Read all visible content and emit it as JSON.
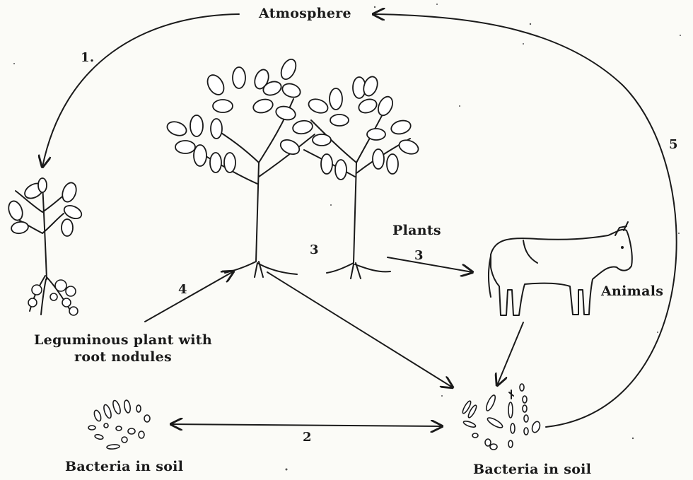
{
  "labels": {
    "atmosphere": "Atmosphere",
    "leguminous_line1": "Leguminous plant with",
    "leguminous_line2": "root nodules",
    "plants": "Plants",
    "animals": "Animals",
    "bacteria_left": "Bacteria in soil",
    "bacteria_right": "Bacteria in soil"
  },
  "steps": {
    "s1": "1.",
    "s2": "2",
    "s3a": "3",
    "s3b": "3",
    "s4": "4",
    "s5": "5"
  },
  "colors": {
    "ink": "#1a1a1a",
    "paper": "#fbfbf7"
  },
  "icons": [
    "leguminous-plant-icon",
    "tree-icon",
    "cow-icon",
    "bacteria-cluster-icon"
  ]
}
